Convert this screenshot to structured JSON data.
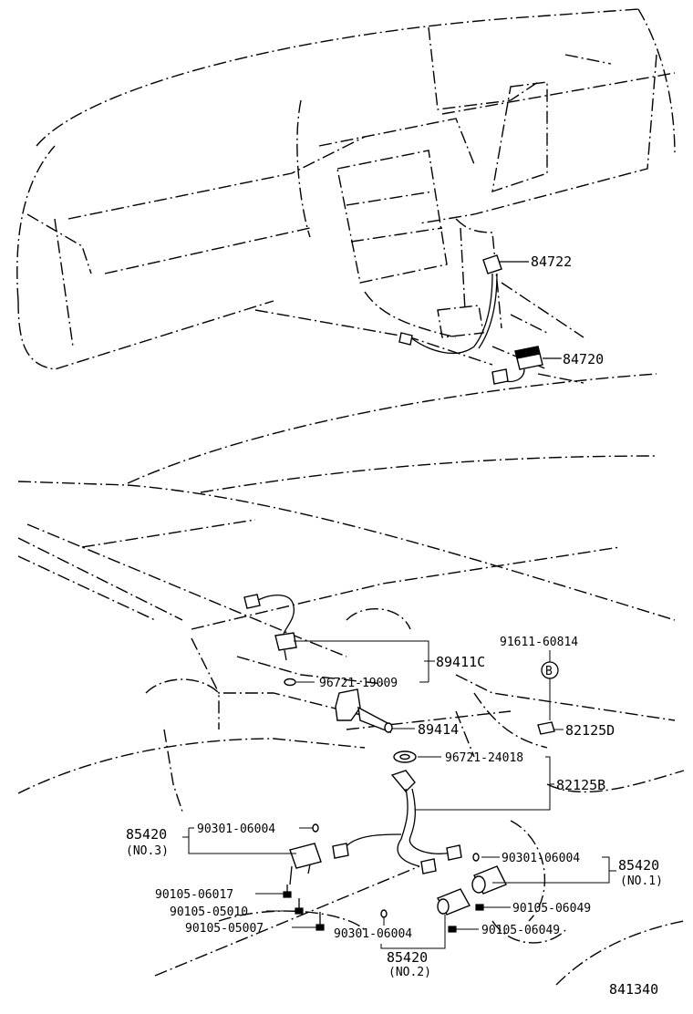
{
  "parts": {
    "p84722": "84722",
    "p84720": "84720",
    "p91611": "91611-60814",
    "pB": "B",
    "p89411C": "89411C",
    "p96721_19009": "96721-19009",
    "p89414": "89414",
    "p82125D": "82125D",
    "p96721_24018": "96721-24018",
    "p82125B": "82125B",
    "p85420_no3": "85420",
    "no3": "(NO.3)",
    "p90301_a": "90301-06004",
    "p90301_b": "90301-06004",
    "p90301_c": "90301-06004",
    "p85420_no1": "85420",
    "no1": "(NO.1)",
    "p90105_06017": "90105-06017",
    "p90105_05010": "90105-05010",
    "p90105_05007": "90105-05007",
    "p90105_06049_a": "90105-06049",
    "p90105_06049_b": "90105-06049",
    "p85420_no2": "85420",
    "no2": "(NO.2)"
  },
  "figure_id": "841340"
}
